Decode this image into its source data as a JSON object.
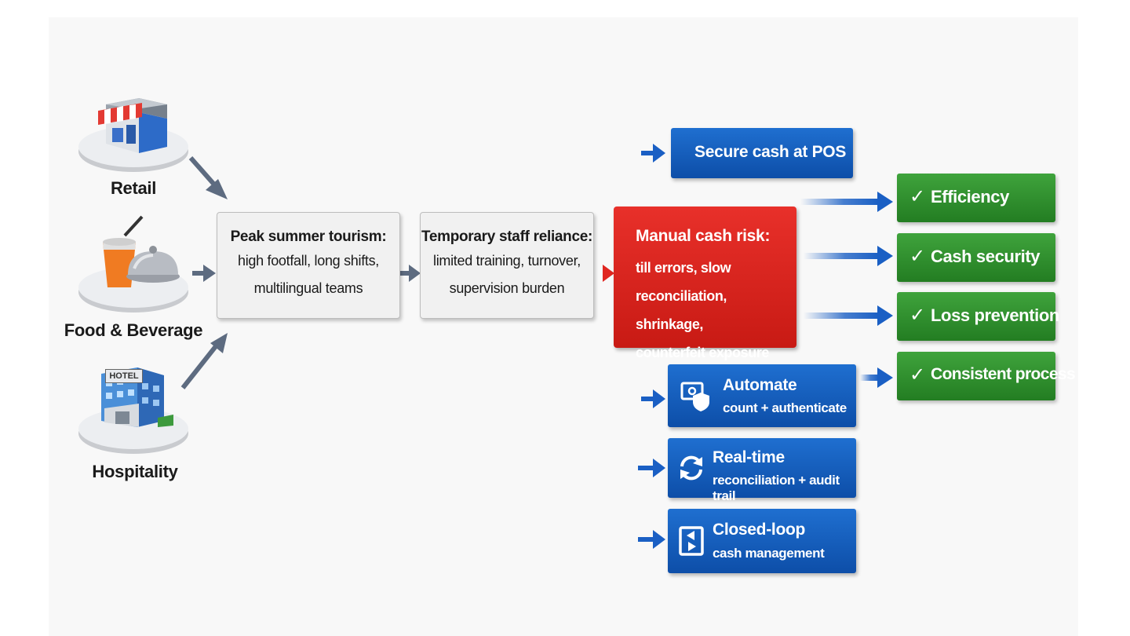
{
  "sectors": [
    {
      "label": "Retail",
      "icon": "store-icon"
    },
    {
      "label": "Food & Beverage",
      "icon": "food-beverage-icon"
    },
    {
      "label": "Hospitality",
      "icon": "hotel-icon",
      "sign": "HOTEL"
    }
  ],
  "drivers": [
    {
      "title": "Peak summer tourism:",
      "lines": [
        "high footfall, long shifts,",
        "multilingual teams"
      ]
    },
    {
      "title": "Temporary staff reliance:",
      "lines": [
        "limited training, turnover,",
        "supervision burden"
      ]
    }
  ],
  "risk": {
    "title": "Manual cash risk:",
    "detail": "till errors, slow\nreconciliation, shrinkage,\ncounterfeit exposure"
  },
  "solutions": {
    "secure": {
      "title": "Secure cash at POS"
    },
    "automate": {
      "title": "Automate",
      "subtitle": "count + authenticate",
      "icon": "shield-icon"
    },
    "realtime": {
      "title": "Real-time",
      "subtitle": "reconciliation + audit trail",
      "icon": "sync-icon"
    },
    "closed": {
      "title": "Closed-loop",
      "subtitle": "cash management",
      "icon": "loop-icon"
    }
  },
  "outcomes": [
    {
      "label": "Efficiency"
    },
    {
      "label": "Cash security"
    },
    {
      "label": "Loss prevention"
    },
    {
      "label": "Consistent process"
    }
  ],
  "check_glyph": "✓",
  "colors": {
    "risk": "#d42420",
    "solution": "#1462c0",
    "outcome": "#2f9230",
    "driver": "#f1f1f1",
    "arrow_gray": "#5d6b80"
  }
}
